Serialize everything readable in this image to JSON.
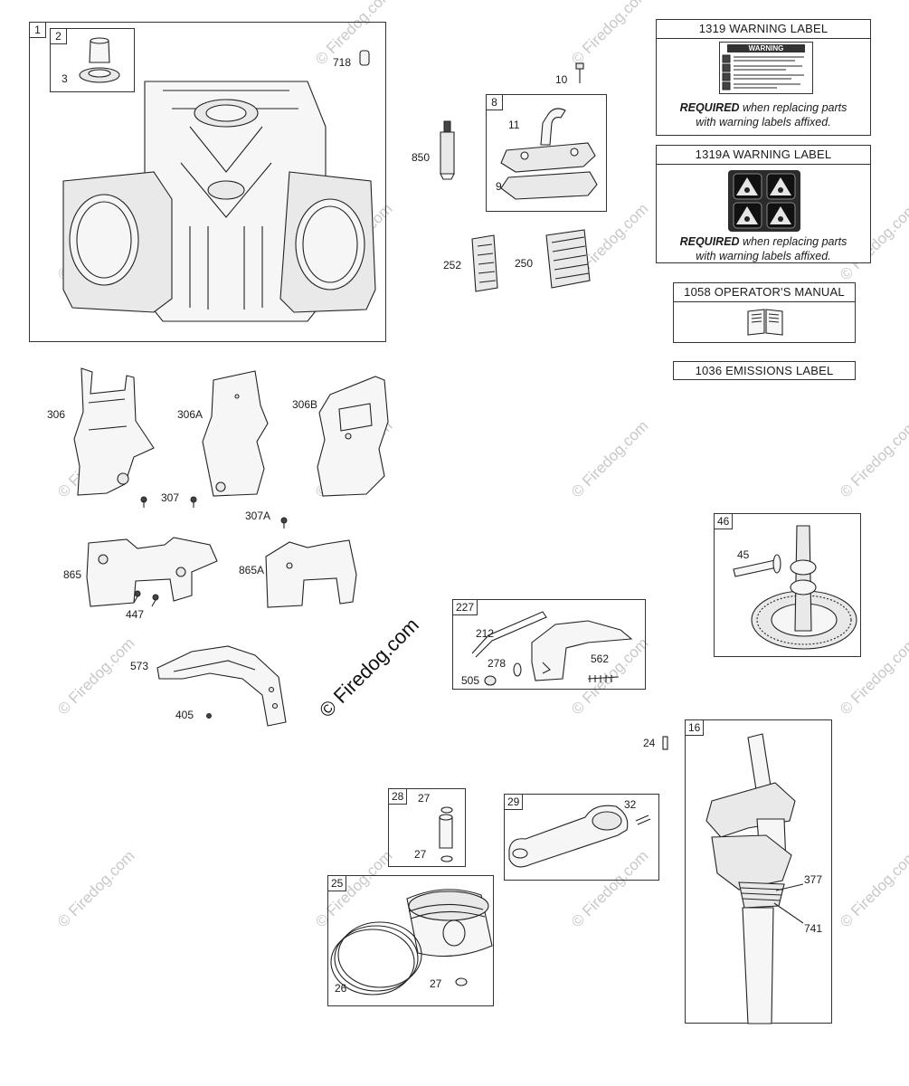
{
  "watermarks": {
    "repeat": "© Firedog.com",
    "center": "© Firedog.com"
  },
  "boxes": {
    "b1": "1",
    "b2": "2",
    "b8": "8",
    "b46": "46",
    "b227": "227",
    "b16": "16",
    "b28": "28",
    "b29": "29",
    "b25": "25"
  },
  "parts": {
    "p3": "3",
    "p718": "718",
    "p10": "10",
    "p11": "11",
    "p9": "9",
    "p850": "850",
    "p252": "252",
    "p250": "250",
    "p306": "306",
    "p306A": "306A",
    "p306B": "306B",
    "p307": "307",
    "p307A": "307A",
    "p865": "865",
    "p865A": "865A",
    "p447": "447",
    "p573": "573",
    "p405": "405",
    "p212": "212",
    "p278": "278",
    "p562": "562",
    "p505": "505",
    "p45": "45",
    "p24": "24",
    "p377": "377",
    "p741": "741",
    "p27a": "27",
    "p27b": "27",
    "p32": "32",
    "p26": "26",
    "p27c": "27"
  },
  "cards": {
    "warning1319": {
      "title": "1319 WARNING LABEL",
      "sticker_heading": "WARNING",
      "required_bold": "REQUIRED",
      "required_rest": " when replacing parts",
      "required_line2": "with warning labels affixed."
    },
    "warning1319A": {
      "title": "1319A WARNING LABEL",
      "required_bold": "REQUIRED",
      "required_rest": " when replacing parts",
      "required_line2": "with warning labels affixed."
    },
    "manual1058": {
      "title": "1058 OPERATOR'S MANUAL",
      "icon": "book-icon"
    },
    "emissions1036": {
      "title": "1036 EMISSIONS LABEL"
    }
  },
  "colors": {
    "line": "#222222",
    "watermark": "#c8c8c8",
    "background": "#ffffff"
  }
}
